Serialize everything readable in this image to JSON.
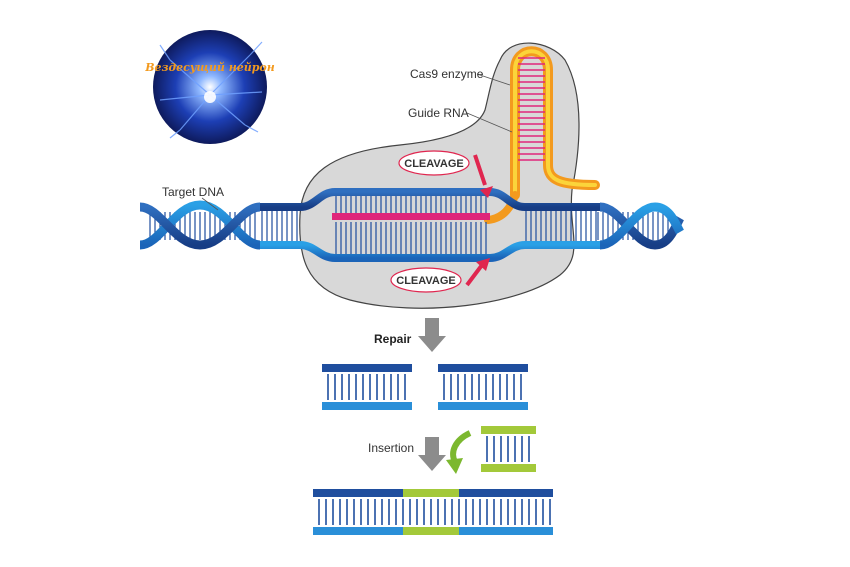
{
  "logo": {
    "text": "Вездесущий нейрон"
  },
  "labels": {
    "cas9": "Cas9 enzyme",
    "guide_rna": "Guide RNA",
    "target_dna": "Target DNA",
    "cleavage_top": "CLEAVAGE",
    "cleavage_bottom": "CLEAVAGE",
    "repair": "Repair",
    "insertion": "Insertion"
  },
  "colors": {
    "dna_blue": "#1f4e9e",
    "dna_light": "#2a8fd8",
    "enzyme_gray": "#d6d6d6",
    "rna_orange": "#f7a33a",
    "rna_pink": "#e0257a",
    "insert_green": "#a3c93a",
    "arrow_gray": "#8c8c8c",
    "arrow_green": "#7cb82f",
    "cleave_red": "#e0264f"
  }
}
